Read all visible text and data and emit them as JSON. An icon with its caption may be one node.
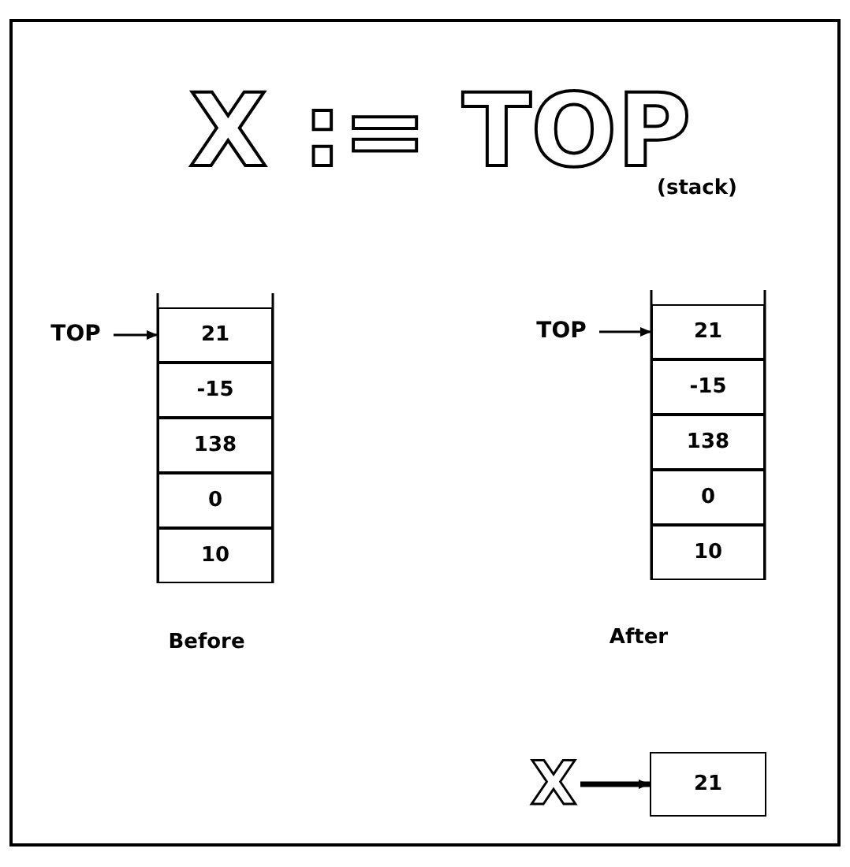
{
  "diagram": {
    "title": "X := TOP",
    "nodes": [
      {
        "text": [
          "TOP"
        ]
      },
      {
        "text": [
          "21"
        ]
      },
      {
        "text": [
          "-15"
        ]
      },
      {
        "text": [
          "138"
        ]
      },
      {
        "text": [
          "0"
        ]
      },
      {
        "text": [
          "10"
        ]
      },
      {
        "text": [
          "TOP"
        ]
      },
      {
        "text": [
          "21"
        ]
      },
      {
        "text": [
          "-15"
        ]
      },
      {
        "text": [
          "138"
        ]
      },
      {
        "text": [
          "0"
        ]
      },
      {
        "text": [
          "10"
        ]
      },
      {
        "text": [
          "X"
        ]
      },
      {
        "text": [
          "21"
        ]
      }
    ],
    "edges": [
      {
        "from": 0,
        "to": 1,
        "arrow": "to"
      },
      {
        "from": 6,
        "to": 7,
        "arrow": "to"
      },
      {
        "from": 12,
        "to": 13,
        "arrow": "to",
        "style": "thick"
      }
    ],
    "labels": [
      "(stack)",
      "Before",
      "After"
    ]
  }
}
